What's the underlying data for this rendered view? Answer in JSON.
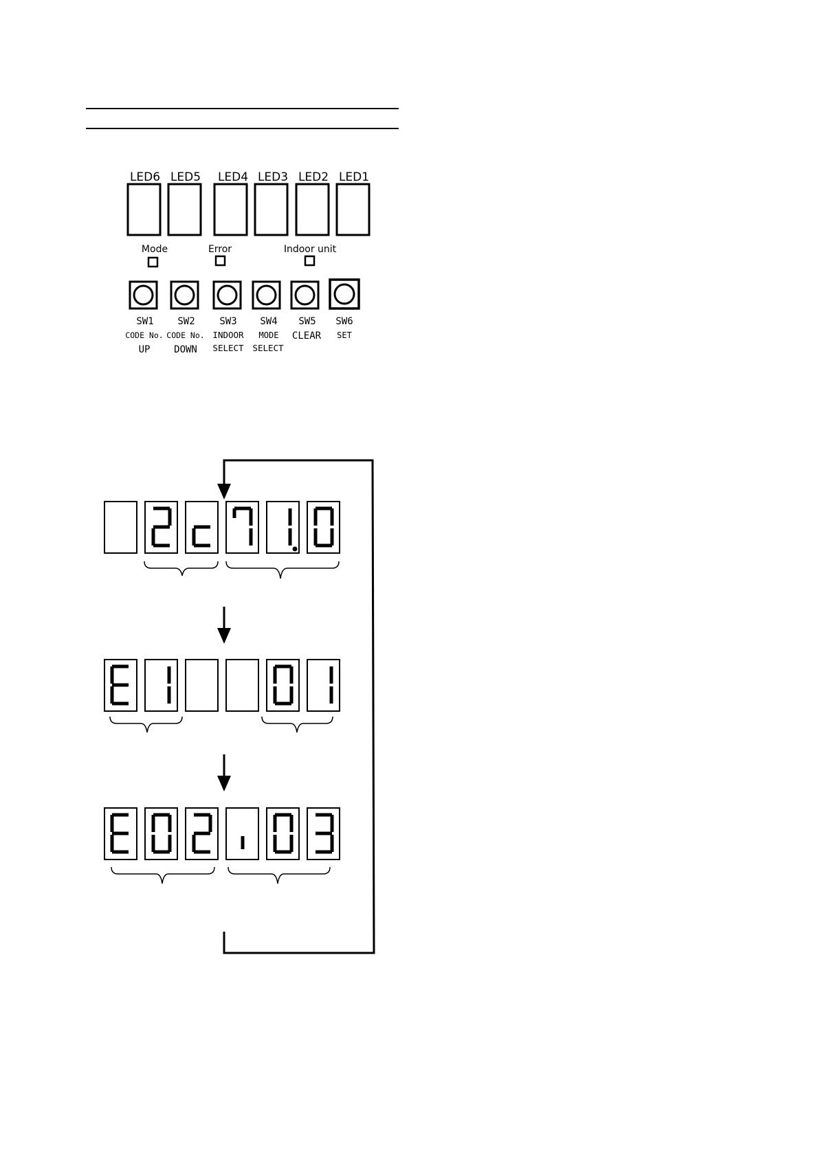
{
  "panel": {
    "led_labels": [
      "LED6",
      "LED5",
      "LED4",
      "LED3",
      "LED2",
      "LED1"
    ],
    "indicators": [
      "Mode",
      "Error",
      "Indoor unit"
    ],
    "switches": [
      {
        "id": "SW1",
        "line1": "CODE No.",
        "line2": "UP"
      },
      {
        "id": "SW2",
        "line1": "CODE No.",
        "line2": "DOWN"
      },
      {
        "id": "SW3",
        "line1": "INDOOR",
        "line2": "SELECT"
      },
      {
        "id": "SW4",
        "line1": "MODE",
        "line2": "SELECT"
      },
      {
        "id": "SW5",
        "line1": "CLEAR",
        "line2": ""
      },
      {
        "id": "SW6",
        "line1": "SET",
        "line2": ""
      }
    ]
  },
  "sequence": [
    {
      "digits": [
        "",
        "2",
        "c",
        "7",
        "1.",
        "0"
      ]
    },
    {
      "digits": [
        "E",
        "1",
        "",
        "",
        "0",
        "1"
      ]
    },
    {
      "digits": [
        "E",
        "0",
        "2",
        "1",
        "0",
        "3"
      ]
    }
  ],
  "colors": {
    "ink": "#000000",
    "background": "#ffffff"
  }
}
